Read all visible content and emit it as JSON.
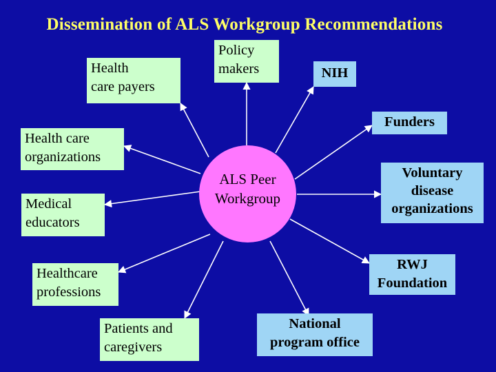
{
  "title": "Dissemination of ALS Workgroup Recommendations",
  "center": {
    "line1": "ALS Peer",
    "line2": "Workgroup"
  },
  "nodes": {
    "payers": {
      "line1": "Health",
      "line2": "care payers"
    },
    "policy": {
      "line1": "Policy",
      "line2": "makers"
    },
    "nih": {
      "line1": "NIH"
    },
    "funders": {
      "line1": "Funders"
    },
    "hco": {
      "line1": "Health care",
      "line2": "organizations"
    },
    "voluntary": {
      "line1": "Voluntary",
      "line2": "disease",
      "line3": "organizations"
    },
    "educators": {
      "line1": "Medical",
      "line2": "educators"
    },
    "rwj": {
      "line1": "RWJ",
      "line2": "Foundation"
    },
    "professions": {
      "line1": "Healthcare",
      "line2": "professions"
    },
    "patients": {
      "line1": "Patients and",
      "line2": "caregivers"
    },
    "npo": {
      "line1": "National",
      "line2": "program office"
    }
  },
  "colors": {
    "background": "#0d0da4",
    "title": "#ffff66",
    "green_box": "#ccffcc",
    "blue_box": "#9fd5f5",
    "hub": "#ff77ff",
    "arrows": "#ffffff"
  }
}
